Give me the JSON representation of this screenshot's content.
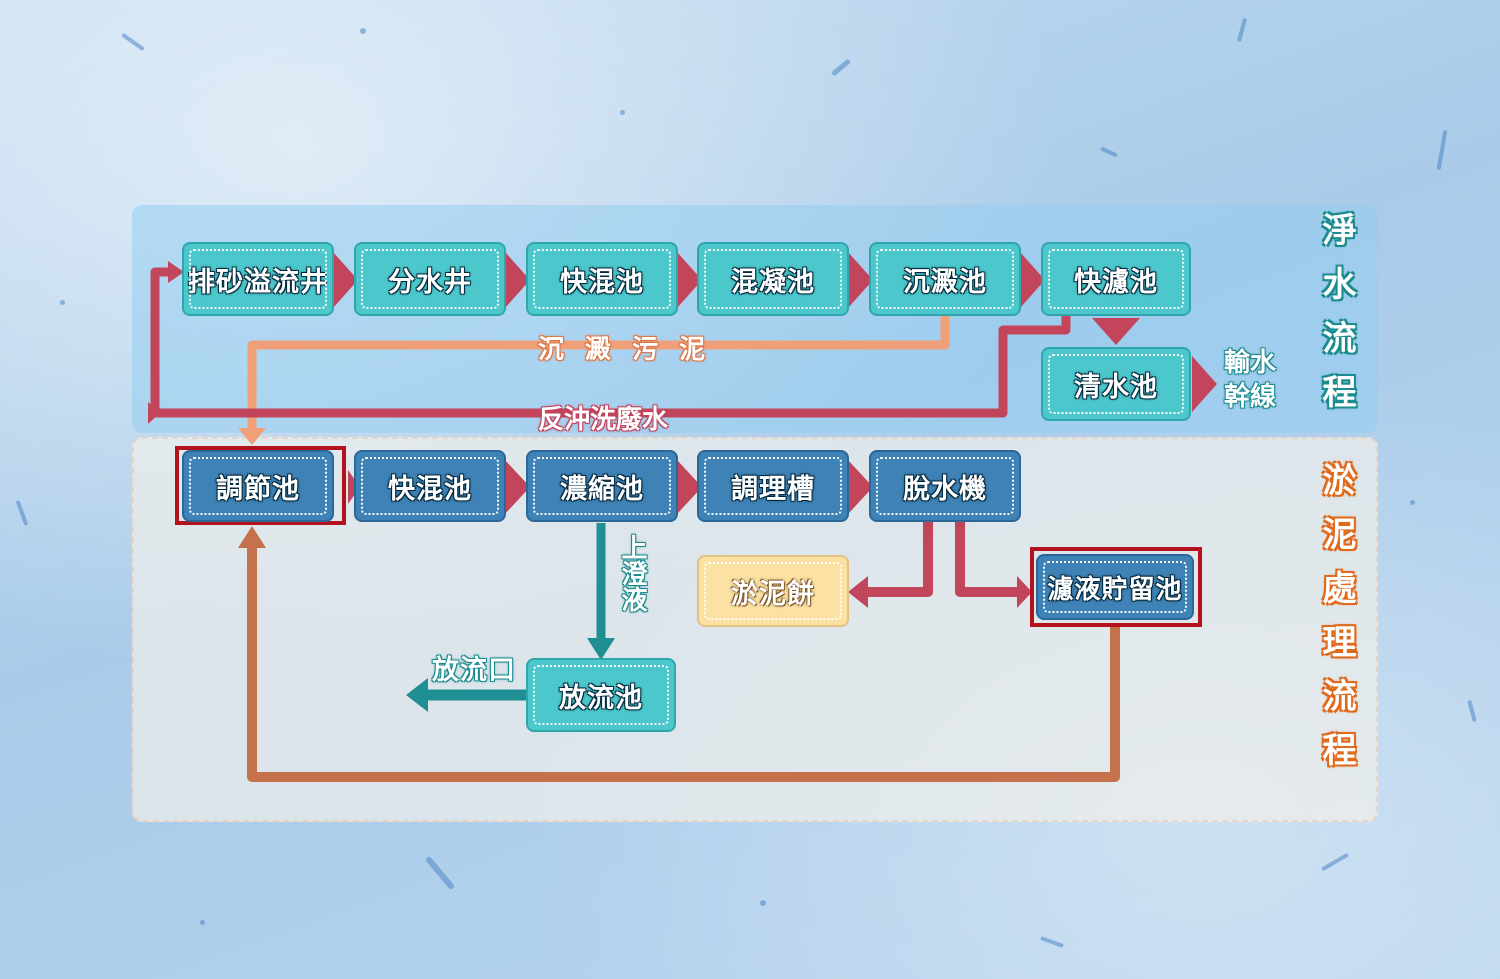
{
  "water_panel": {
    "title": "淨水流程",
    "row1": [
      "排砂溢流井",
      "分水井",
      "快混池",
      "混凝池",
      "沉澱池",
      "快濾池"
    ],
    "clear_water": "清水池",
    "output": "輸水幹線",
    "sediment_sludge": "沉 澱 污 泥",
    "backwash": "反沖洗廢水"
  },
  "sludge_panel": {
    "title": "淤泥處理流程",
    "row": [
      "調節池",
      "快混池",
      "濃縮池",
      "調理槽",
      "脫水機"
    ],
    "sludge_cake": "淤泥餅",
    "filtrate_pool": "濾液貯留池",
    "supernatant": "上澄液",
    "discharge_pool": "放流池",
    "outlet": "放流口"
  },
  "colors": {
    "teal_box": "#4cc8cc",
    "blue_box": "#3f82b6",
    "tan_box": "#fbe1a4",
    "crimson_arrow": "#c2455c",
    "orange_line": "#f0a079",
    "brown_line": "#c4714c",
    "teal_arrow": "#1f8f93",
    "highlight": "#b3121c"
  }
}
